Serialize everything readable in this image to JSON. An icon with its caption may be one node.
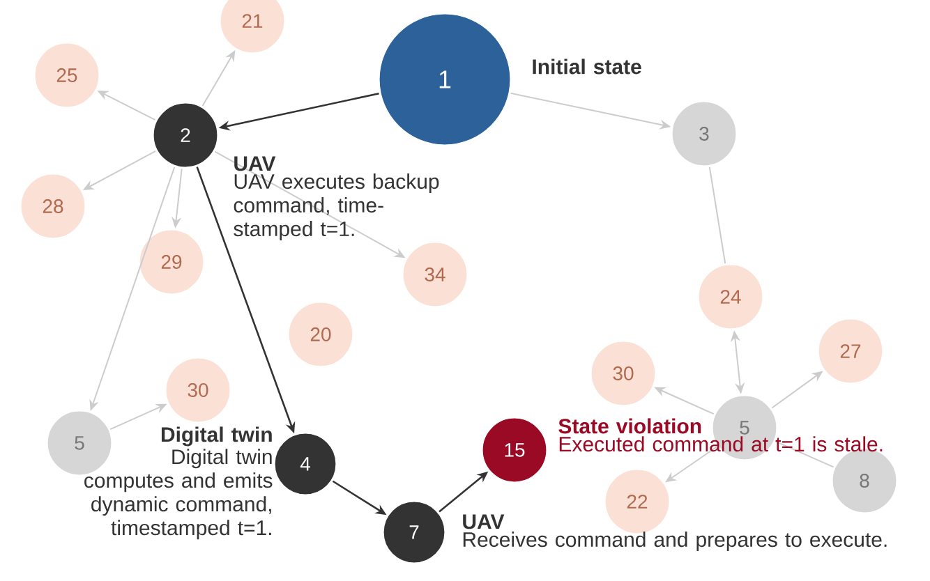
{
  "diagram": {
    "nodes": [
      {
        "text": [
          "1"
        ],
        "beside": [
          "Initial state"
        ]
      },
      {
        "text": [
          "2"
        ],
        "beside": [
          "UAV",
          "UAV executes backup command, time-stamped t=1."
        ]
      },
      {
        "text": [
          "4"
        ],
        "beside": [
          "Digital twin",
          "Digital twin computes and emits dynamic command, timestamped t=1."
        ]
      },
      {
        "text": [
          "7"
        ],
        "beside": [
          "UAV",
          "Receives command and prepares to execute."
        ]
      },
      {
        "text": [
          "15"
        ],
        "beside": [
          "State violation",
          "Executed command at t=1 is stale."
        ]
      },
      {
        "text": [
          "3"
        ]
      },
      {
        "text": [
          "21"
        ]
      },
      {
        "text": [
          "25"
        ]
      },
      {
        "text": [
          "28"
        ]
      },
      {
        "text": [
          "29"
        ]
      },
      {
        "text": [
          "34"
        ]
      },
      {
        "text": [
          "20"
        ]
      },
      {
        "text": [
          "30"
        ]
      },
      {
        "text": [
          "5"
        ]
      },
      {
        "text": [
          "30"
        ]
      },
      {
        "text": [
          "24"
        ]
      },
      {
        "text": [
          "27"
        ]
      },
      {
        "text": [
          "5"
        ]
      },
      {
        "text": [
          "22"
        ]
      },
      {
        "text": [
          "8"
        ]
      }
    ],
    "edges": [
      {
        "from": 0,
        "to": 1,
        "arrow": "to",
        "color": "#333333"
      },
      {
        "from": 1,
        "to": 2,
        "arrow": "to",
        "color": "#333333"
      },
      {
        "from": 2,
        "to": 3,
        "arrow": "to",
        "color": "#333333"
      },
      {
        "from": 3,
        "to": 4,
        "arrow": "to",
        "color": "#333333"
      },
      {
        "from": 0,
        "to": 5,
        "arrow": "to",
        "color": "#cccccc"
      },
      {
        "from": 1,
        "to": 6,
        "arrow": "to",
        "color": "#cccccc"
      },
      {
        "from": 1,
        "to": 7,
        "arrow": "to",
        "color": "#cccccc"
      },
      {
        "from": 1,
        "to": 8,
        "arrow": "to",
        "color": "#cccccc"
      },
      {
        "from": 1,
        "to": 9,
        "arrow": "to",
        "color": "#cccccc"
      },
      {
        "from": 1,
        "to": 10,
        "arrow": "to",
        "color": "#cccccc"
      },
      {
        "from": 1,
        "to": 13,
        "arrow": "to",
        "color": "#cccccc"
      },
      {
        "from": 13,
        "to": 12,
        "arrow": "to",
        "color": "#cccccc"
      },
      {
        "from": 5,
        "to": 15,
        "arrow": "none",
        "color": "#cccccc"
      },
      {
        "from": 15,
        "to": 17,
        "arrow": "both",
        "color": "#cccccc"
      },
      {
        "from": 17,
        "to": 16,
        "arrow": "to",
        "color": "#cccccc"
      },
      {
        "from": 17,
        "to": 14,
        "arrow": "to",
        "color": "#cccccc"
      },
      {
        "from": 17,
        "to": 18,
        "arrow": "to",
        "color": "#cccccc"
      },
      {
        "from": 17,
        "to": 19,
        "arrow": "none",
        "color": "#cccccc"
      }
    ]
  }
}
